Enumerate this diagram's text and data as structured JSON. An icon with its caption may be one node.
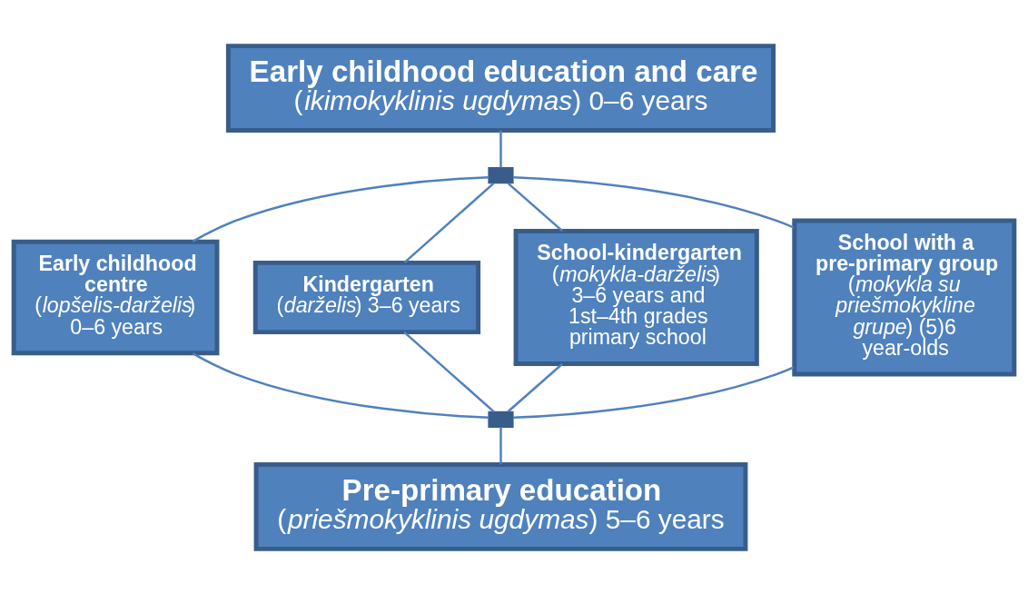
{
  "diagram": {
    "nodes": [
      {
        "text": [
          "Early childhood education and care",
          "(*ikimokyklinis ugdymas*) 0–6 years"
        ]
      },
      {
        "text": [],
        "shape": "box"
      },
      {
        "text": [
          "Early childhood centre",
          "(*lopšelis-darželis*) 0–6 years"
        ]
      },
      {
        "text": [
          "Kindergarten",
          "(*darželis*) 3–6 years"
        ]
      },
      {
        "text": [
          "School-kindergarten",
          "(*mokykla-darželis*) 3–6 years and 1st–4th grades primary school"
        ]
      },
      {
        "text": [
          "School with a pre-primary group",
          "(*mokykla su priešmokykline grupe*) (5)6 year-olds"
        ]
      },
      {
        "text": [],
        "shape": "box"
      },
      {
        "text": [
          "Pre-primary education",
          "(*priešmokyklinis ugdymas*) 5–6 years"
        ]
      }
    ],
    "edges": [
      {
        "from": 0,
        "to": 1,
        "arrow": "none"
      },
      {
        "from": 1,
        "to": 2,
        "arrow": "none"
      },
      {
        "from": 1,
        "to": 3,
        "arrow": "none"
      },
      {
        "from": 1,
        "to": 4,
        "arrow": "none"
      },
      {
        "from": 1,
        "to": 5,
        "arrow": "none"
      },
      {
        "from": 2,
        "to": 6,
        "arrow": "none"
      },
      {
        "from": 3,
        "to": 6,
        "arrow": "none"
      },
      {
        "from": 4,
        "to": 6,
        "arrow": "none"
      },
      {
        "from": 5,
        "to": 6,
        "arrow": "none"
      },
      {
        "from": 6,
        "to": 7,
        "arrow": "none"
      }
    ]
  }
}
